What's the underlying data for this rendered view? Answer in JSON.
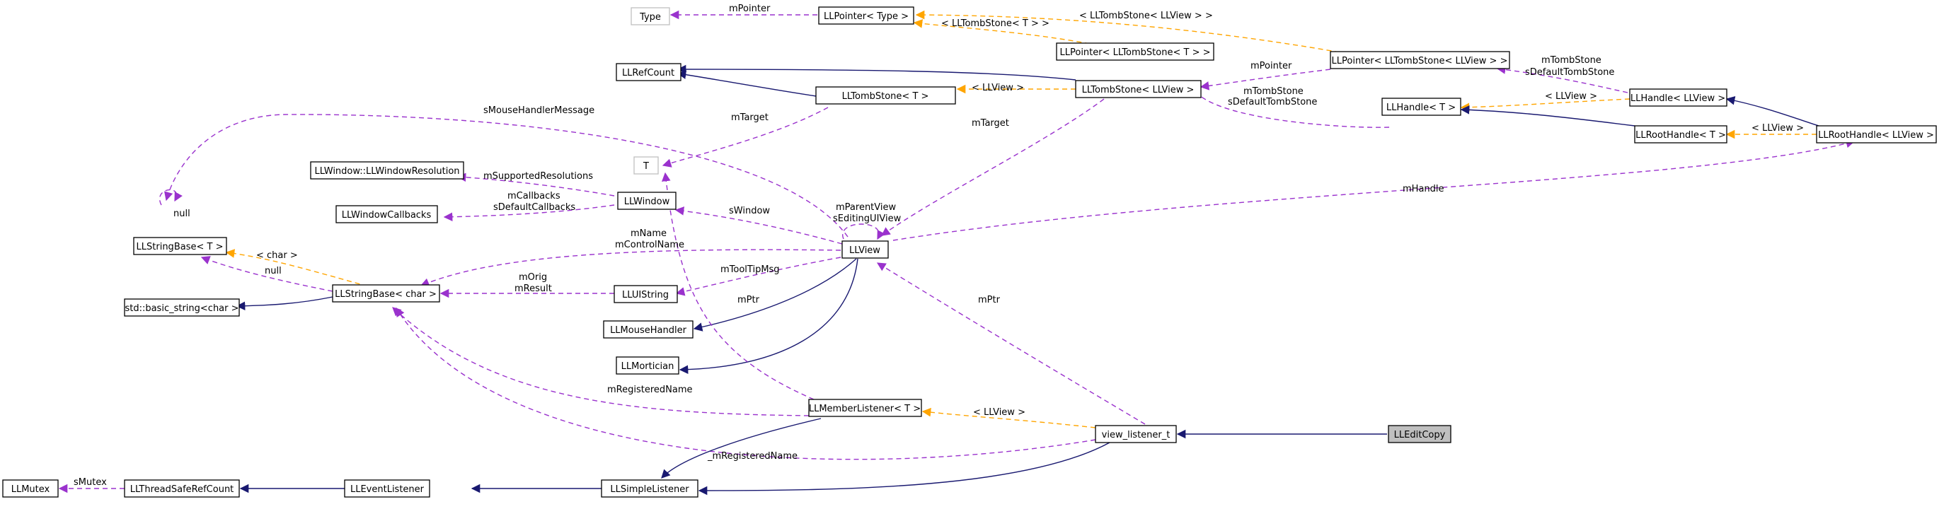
{
  "nodes": {
    "type": "Type",
    "llpointer_type": "LLPointer< Type >",
    "llpointer_ts_t": "LLPointer< LLTombStone< T > >",
    "llpointer_ts_llview": "LLPointer< LLTombStone< LLView > >",
    "llrefcount": "LLRefCount",
    "lltombstone_t": "LLTombStone< T >",
    "lltombstone_llview": "LLTombStone< LLView >",
    "llhandle_t": "LLHandle< T >",
    "llhandle_llview": "LLHandle< LLView >",
    "llroothandle_t": "LLRootHandle< T >",
    "llroothandle_llview": "LLRootHandle< LLView >",
    "t": "T",
    "llwindowresolution": "LLWindow::LLWindowResolution",
    "llwindow": "LLWindow",
    "llwindowcallbacks": "LLWindowCallbacks",
    "llstringbase_t": "LLStringBase< T >",
    "llstringbase_char": "LLStringBase< char >",
    "basic_string": "std::basic_string<char >",
    "lluistring": "LLUIString",
    "llview": "LLView",
    "llmousehandler": "LLMouseHandler",
    "llmortician": "LLMortician",
    "llmemberlistener": "LLMemberListener< T >",
    "view_listener": "view_listener_t",
    "lleditcopy": "LLEditCopy",
    "llmutex": "LLMutex",
    "llthreadsaferefcount": "LLThreadSafeRefCount",
    "lleventlistener": "LLEventListener",
    "llsimplelistener": "LLSimpleListener"
  },
  "edge_labels": {
    "mpointer_top": "mPointer",
    "ts_llview_llview": "< LLTombStone< LLView > >",
    "ts_t": "< LLTombStone< T > >",
    "mpointer_mid": "mPointer",
    "mtombstone_1": "mTombStone",
    "sdefault_tombstone_1": "sDefaultTombStone",
    "llview_tpl_1": "< LLView >",
    "llview_tpl_2": "< LLView >",
    "mtombstone_2": "mTombStone",
    "sdefault_tombstone_2": "sDefaultTombStone",
    "llview_tpl_3": "< LLView >",
    "smousehandlermessage": "sMouseHandlerMessage",
    "mtarget_1": "mTarget",
    "mtarget_2": "mTarget",
    "msupportedresolutions": "mSupportedResolutions",
    "mcallbacks": "mCallbacks",
    "sdefaultcallbacks": "sDefaultCallbacks",
    "null_1": "null",
    "mparentview": "mParentView",
    "seditinguiview": "sEditingUIView",
    "mhandle": "mHandle",
    "swindow": "sWindow",
    "char_tpl": "< char >",
    "mname": "mName",
    "mcontrolname": "mControlName",
    "null_2": "null",
    "mtooltipmsg": "mToolTipMsg",
    "morig": "mOrig",
    "mresult": "mResult",
    "mptr_1": "mPtr",
    "mptr_2": "mPtr",
    "mregisteredname_1": "mRegisteredName",
    "llview_tpl_4": "< LLView >",
    "mregisteredname_2": "_mRegisteredName",
    "smutex": "sMutex"
  },
  "colors": {
    "inheritance": "#191970",
    "usage": "#9a32cd",
    "template": "#ffa500",
    "focus_fill": "#bfbfbf",
    "ghost_border": "#bfbfbf"
  }
}
